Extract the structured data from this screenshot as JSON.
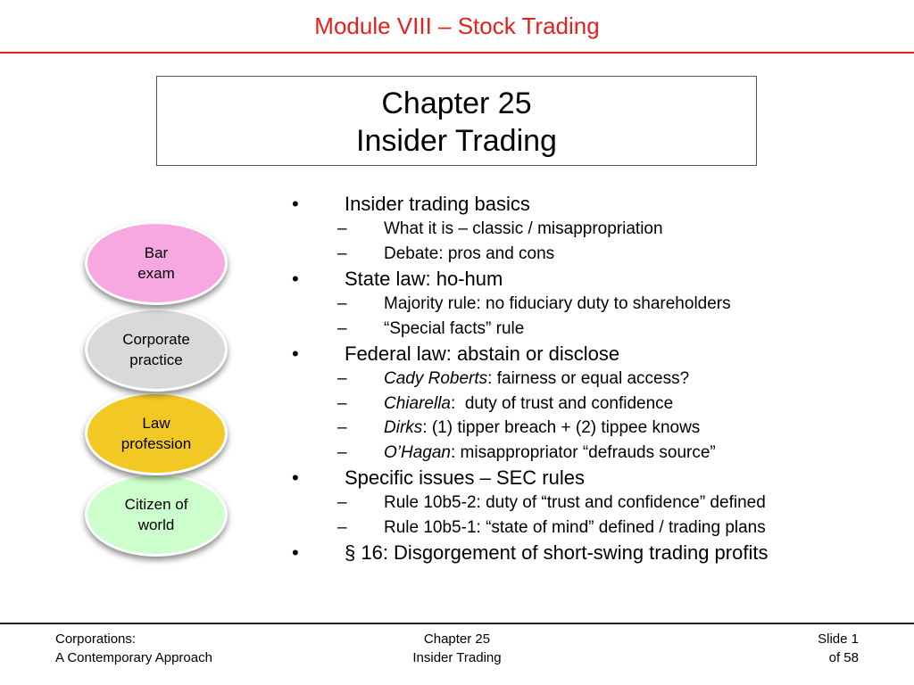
{
  "header": {
    "title": "Module VIII – Stock Trading"
  },
  "chapter": {
    "line1": "Chapter 25",
    "line2": "Insider Trading"
  },
  "circles": [
    {
      "line1": "Bar",
      "line2": "exam",
      "color": "#f7a8e0"
    },
    {
      "line1": "Corporate",
      "line2": "practice",
      "color": "#d9d9d9"
    },
    {
      "line1": "Law",
      "line2": "profession",
      "color": "#f2c824"
    },
    {
      "line1": "Citizen of",
      "line2": "world",
      "color": "#ccffcc"
    }
  ],
  "bullet_marks": {
    "level1": "•",
    "level2": "–"
  },
  "bullets": [
    {
      "text": "Insider trading basics"
    },
    {
      "text": "What it is – classic / misappropriation"
    },
    {
      "text": "Debate: pros and cons"
    },
    {
      "text": "State law: ho-hum"
    },
    {
      "text": "Majority rule: no fiduciary duty to shareholders"
    },
    {
      "text": "“Special facts” rule"
    },
    {
      "text": "Federal law: abstain or disclose"
    },
    {
      "case": "Cady Roberts",
      "rest": ": fairness or equal access?"
    },
    {
      "case": "Chiarella",
      "rest": ":  duty of trust and confidence"
    },
    {
      "case": "Dirks",
      "rest": ": (1) tipper breach + (2) tippee knows"
    },
    {
      "case": "O’Hagan",
      "rest": ": misappropriator “defrauds source”"
    },
    {
      "text": "Specific issues – SEC rules"
    },
    {
      "text": "Rule 10b5-2: duty of “trust and confidence” defined"
    },
    {
      "text": "Rule 10b5-1: “state of mind” defined / trading plans"
    },
    {
      "text": "§ 16: Disgorgement of short-swing trading profits"
    }
  ],
  "footer": {
    "left1": "Corporations:",
    "left2": "A Contemporary Approach",
    "center1": "Chapter 25",
    "center2": "Insider Trading",
    "right1": "Slide 1",
    "right2": "of 58"
  }
}
